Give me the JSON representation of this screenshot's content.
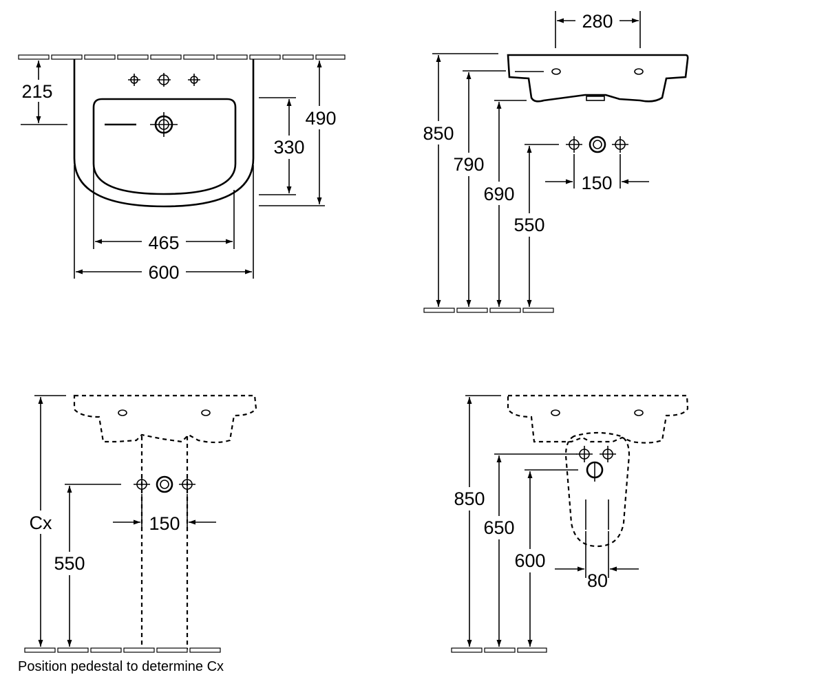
{
  "views": {
    "top": {
      "depth": "215",
      "overall_depth": "490",
      "bowl_depth": "330",
      "bowl_width": "465",
      "overall_width": "600"
    },
    "front": {
      "tap_spacing": "280",
      "rim_height": "850",
      "underside_height": "790",
      "waste_height": "690",
      "supply_height": "550",
      "supply_spacing": "150"
    },
    "pedestal": {
      "height": "Cx",
      "supply_height": "550",
      "supply_spacing": "150"
    },
    "semi_pedestal": {
      "rim_height": "850",
      "supply_height": "650",
      "waste_height": "600",
      "waste_spacing": "80"
    }
  },
  "note": "Position pedestal to determine Cx",
  "icons": [
    "tap-hole-icon",
    "overflow-icon",
    "waste-icon",
    "supply-valve-icon"
  ]
}
